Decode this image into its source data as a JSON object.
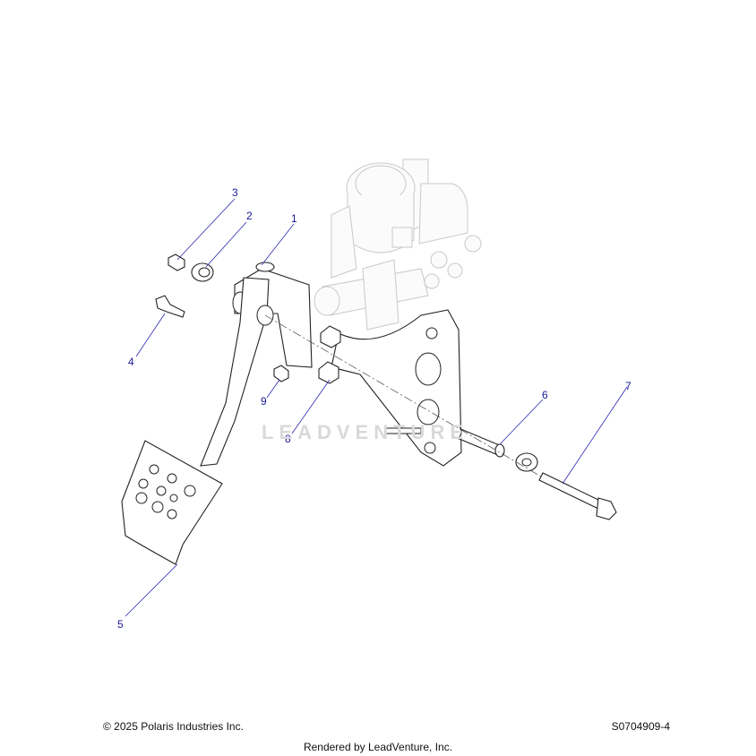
{
  "diagram": {
    "callouts": [
      {
        "id": "1",
        "label": "1"
      },
      {
        "id": "2",
        "label": "2"
      },
      {
        "id": "3",
        "label": "3"
      },
      {
        "id": "4",
        "label": "4"
      },
      {
        "id": "5",
        "label": "5"
      },
      {
        "id": "6",
        "label": "6"
      },
      {
        "id": "7",
        "label": "7"
      },
      {
        "id": "8",
        "label": "8"
      },
      {
        "id": "9",
        "label": "9"
      }
    ],
    "watermark": "LEADVENTURE"
  },
  "footer": {
    "copyright": "© 2025 Polaris Industries Inc.",
    "doc_id": "S0704909-4",
    "rendered_by": "Rendered by LeadVenture, Inc."
  }
}
